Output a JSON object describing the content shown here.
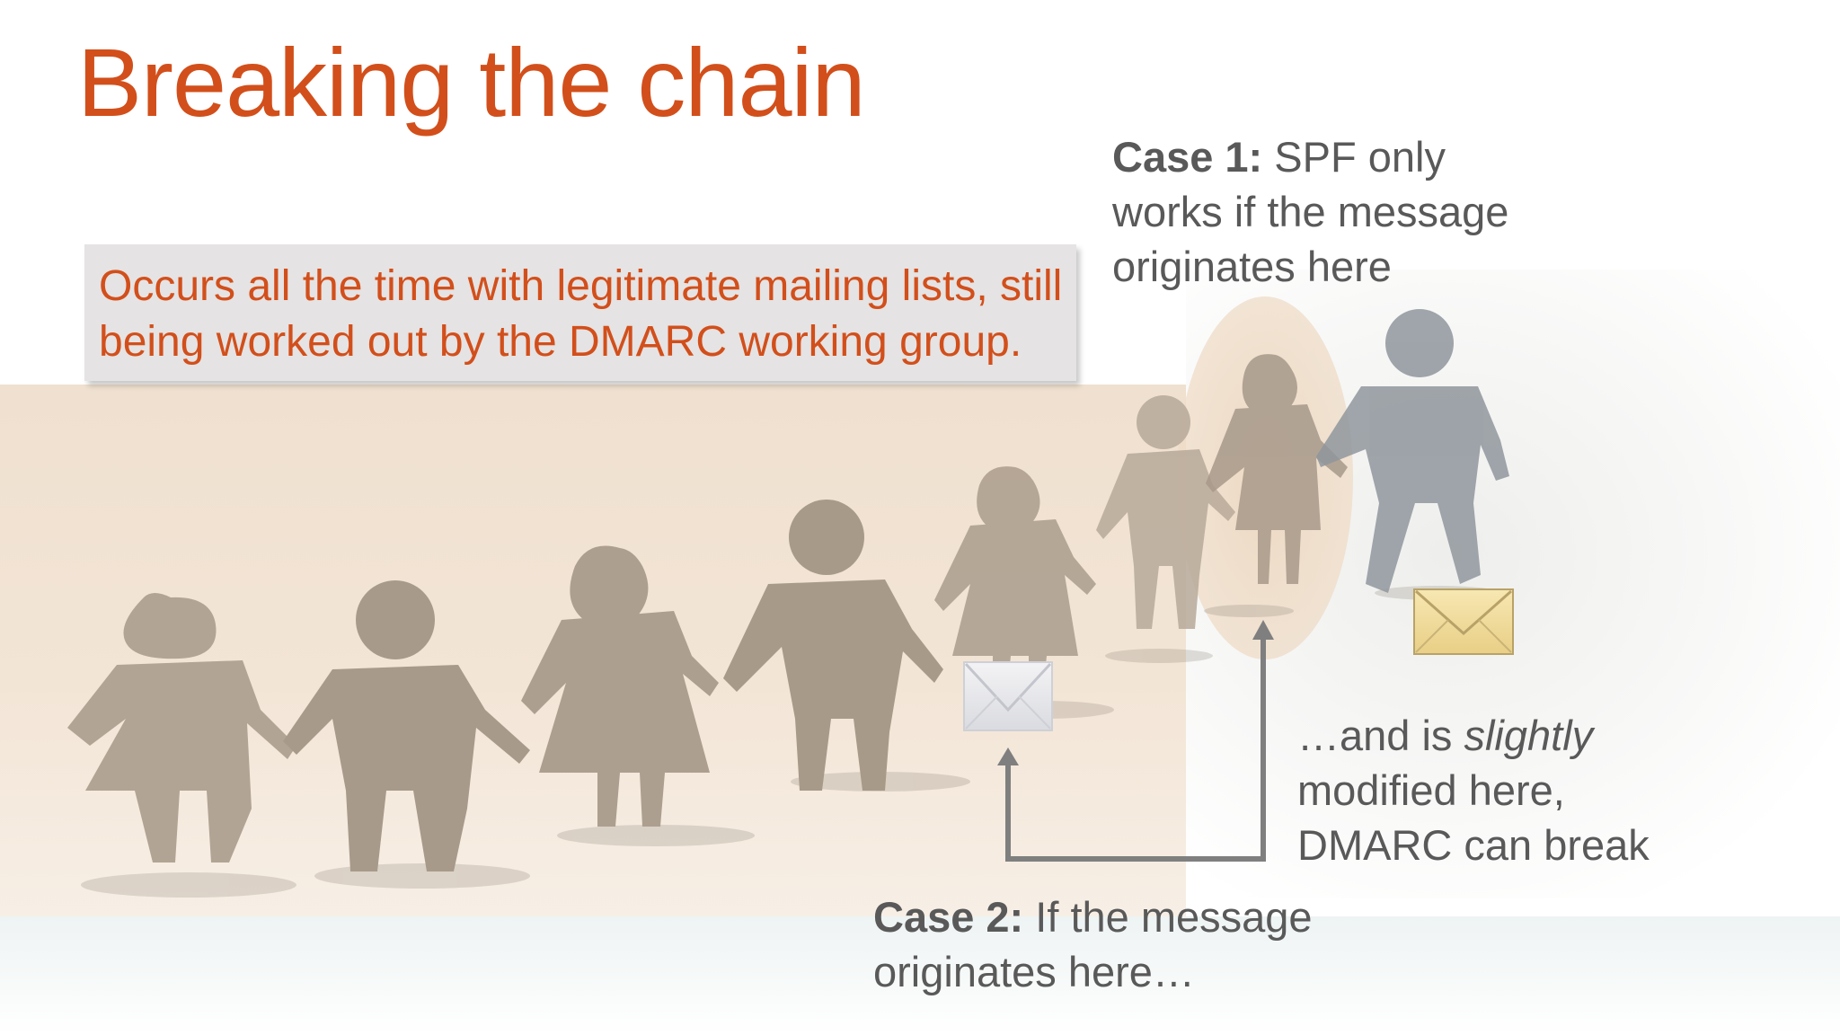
{
  "slide": {
    "title": "Breaking the chain",
    "callout": {
      "text": "Occurs all the time with legitimate mailing lists, still being worked out by the DMARC working group."
    },
    "case1": {
      "label": "Case 1:",
      "text_line1": " SPF only",
      "text_line2": "works if the message",
      "text_line3": "originates here"
    },
    "case2": {
      "label": "Case 2:",
      "text_line1": " If the message",
      "text_line2": "originates here…"
    },
    "modified_note": {
      "prefix": "…and is ",
      "emphasis": "slightly",
      "line2": "modified here,",
      "line3": "DMARC can break"
    }
  },
  "colors": {
    "title": "#d24f1b",
    "callout_text": "#d24f1b",
    "callout_bg": "#e5e3e3",
    "body_text": "#595959",
    "arrow": "#7f7f7f",
    "figures": "#b4a899"
  },
  "icons": [
    "paper-chain-people-image",
    "envelope-icon",
    "envelope-icon",
    "highlight-ellipse",
    "up-arrow-icon",
    "up-arrow-icon"
  ]
}
